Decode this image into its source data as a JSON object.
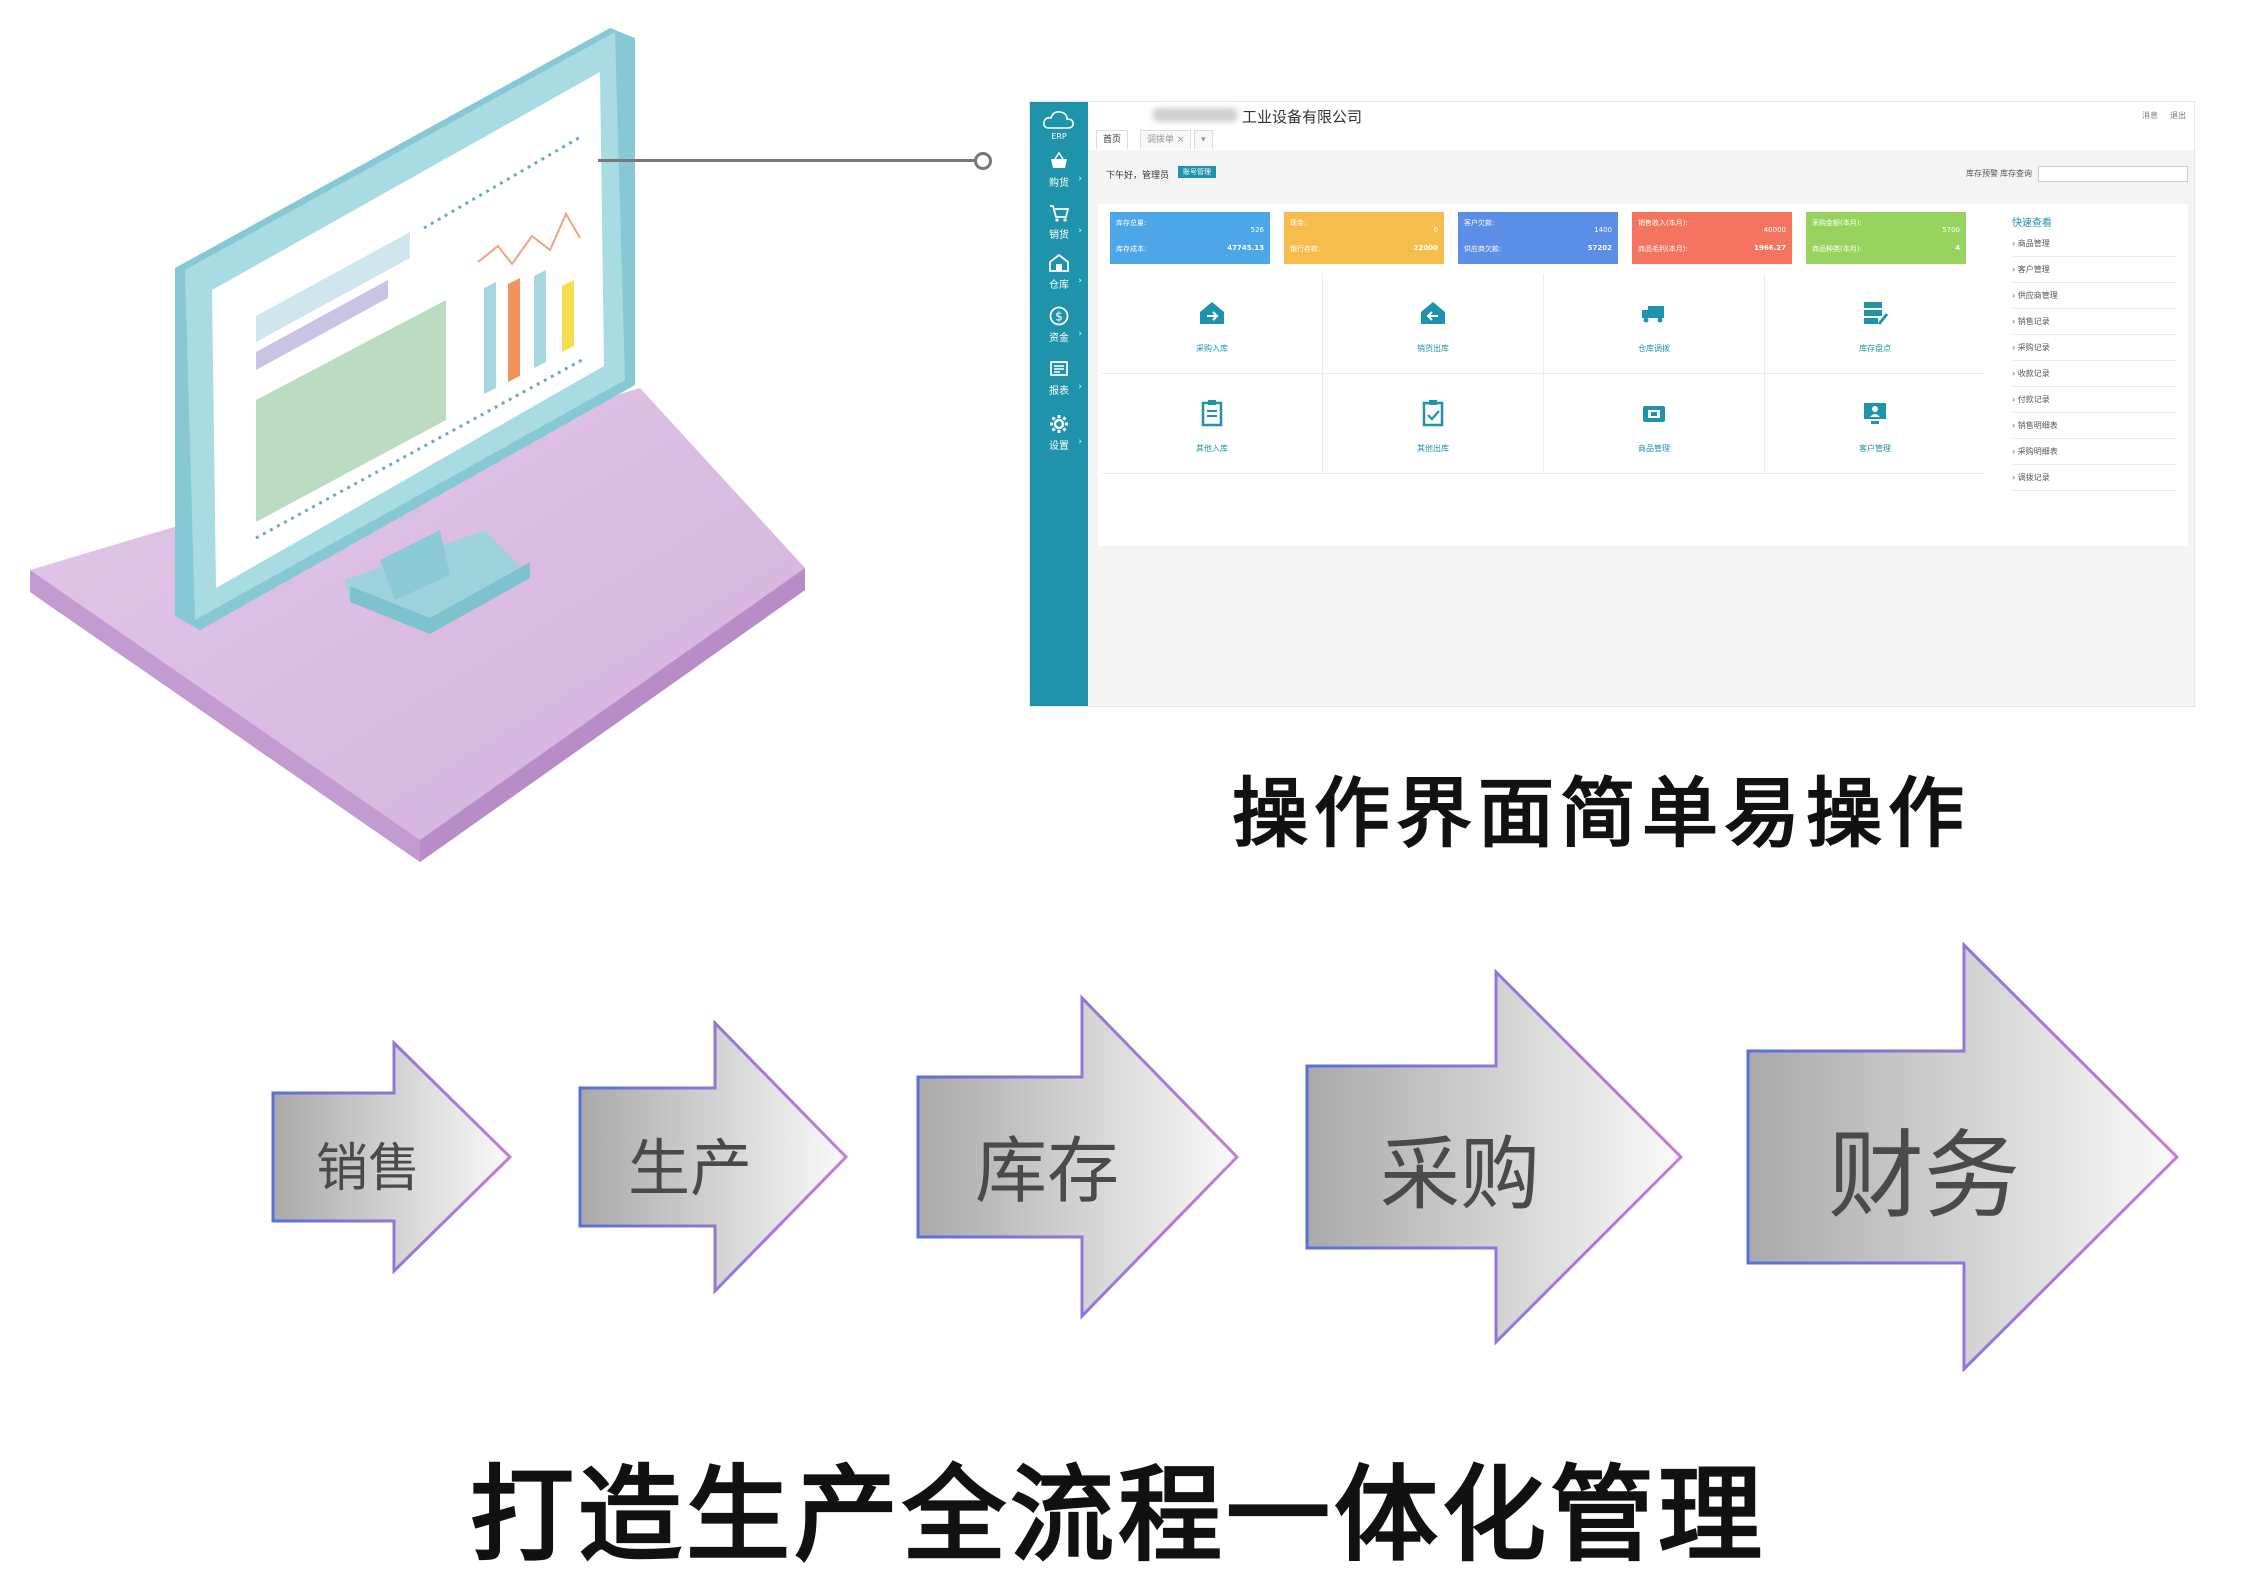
{
  "erp": {
    "company_suffix": "工业设备有限公司",
    "header_links": [
      "消息",
      "退出"
    ],
    "tabs": [
      "首页",
      "调拨单 ×",
      "▾"
    ],
    "greeting": "下午好，管理员",
    "greeting_badge": "账号管理",
    "inventory_links": [
      "库存预警",
      "库存查询"
    ],
    "sidebar": [
      {
        "label": "购货",
        "icon": "basket-icon"
      },
      {
        "label": "销货",
        "icon": "cart-icon"
      },
      {
        "label": "仓库",
        "icon": "warehouse-icon"
      },
      {
        "label": "资金",
        "icon": "dollar-icon"
      },
      {
        "label": "报表",
        "icon": "report-icon"
      },
      {
        "label": "设置",
        "icon": "gear-icon"
      }
    ],
    "stats": [
      {
        "label1": "库存总量:",
        "value1": "526",
        "label2": "库存成本:",
        "value2": "47745.13",
        "color": "#4da6e8"
      },
      {
        "label1": "现金:",
        "value1": "0",
        "label2": "银行存款:",
        "value2": "22000",
        "color": "#f6bd4d"
      },
      {
        "label1": "客户欠款:",
        "value1": "1400",
        "label2": "供应商欠款:",
        "value2": "57202",
        "color": "#5b8ee6"
      },
      {
        "label1": "销售收入(本月):",
        "value1": "40000",
        "label2": "商品毛利(本月):",
        "value2": "1966.27",
        "color": "#f4745f"
      },
      {
        "label1": "采购金额(本月):",
        "value1": "5700",
        "label2": "商品种类(本月):",
        "value2": "4",
        "color": "#98d45d"
      }
    ],
    "tiles": [
      {
        "label": "采购入库",
        "icon": "house-in-icon"
      },
      {
        "label": "销货出库",
        "icon": "house-out-icon"
      },
      {
        "label": "仓库调拨",
        "icon": "truck-icon"
      },
      {
        "label": "库存盘点",
        "icon": "stack-edit-icon"
      },
      {
        "label": "其他入库",
        "icon": "clipboard-in-icon"
      },
      {
        "label": "其他出库",
        "icon": "clipboard-out-icon"
      },
      {
        "label": "商品管理",
        "icon": "box-icon"
      },
      {
        "label": "客户管理",
        "icon": "monitor-user-icon"
      }
    ],
    "quick_title": "快速查看",
    "quick_items": [
      "商品管理",
      "客户管理",
      "供应商管理",
      "销售记录",
      "采购记录",
      "收款记录",
      "付款记录",
      "销售明细表",
      "采购明细表",
      "调拨记录"
    ]
  },
  "headings": {
    "ui_caption": "操作界面简单易操作",
    "bottom_caption": "打造生产全流程一体化管理"
  },
  "process": [
    "销售",
    "生产",
    "库存",
    "采购",
    "财务"
  ],
  "colors": {
    "teal": "#1f93ab",
    "platform": "#d7b9df",
    "monitor": "#a9dbe3",
    "arrow_border_start": "#5b6fd8",
    "arrow_border_end": "#c77dd6"
  }
}
